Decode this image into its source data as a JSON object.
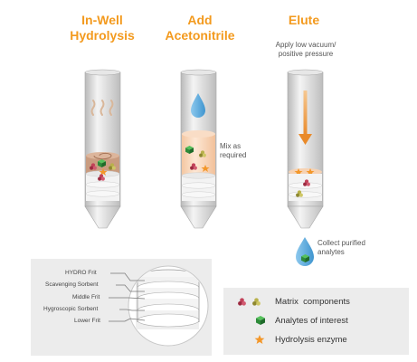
{
  "steps": [
    {
      "title_line1": "In-Well",
      "title_line2": "Hydrolysis"
    },
    {
      "title_line1": "Add",
      "title_line2": "Acetonitrile"
    },
    {
      "title_line1": "Elute"
    }
  ],
  "notes": {
    "vacuum_line1": "Apply low vacuum/",
    "vacuum_line2": "positive pressure",
    "mix_line1": "Mix as",
    "mix_line2": "required",
    "collect_line1": "Collect purified",
    "collect_line2": "analytes"
  },
  "frit_labels": [
    "HYDRO Frit",
    "Scavenging Sorbent",
    "Middle Frit",
    "Hygroscopic Sorbent",
    "Lower Frit"
  ],
  "legend": [
    {
      "label": "Matrix  components",
      "icon": "matrix-molecules-icon"
    },
    {
      "label": "Analytes of interest",
      "icon": "green-cube-icon"
    },
    {
      "label": "Hydrolysis enzyme",
      "icon": "orange-star-icon"
    }
  ],
  "colors": {
    "accent": "#f39a1e",
    "analyte": "#2e8b3a",
    "matrix_red": "#b5334a",
    "matrix_olive": "#a9a23a",
    "water": "#5aa9dc"
  }
}
